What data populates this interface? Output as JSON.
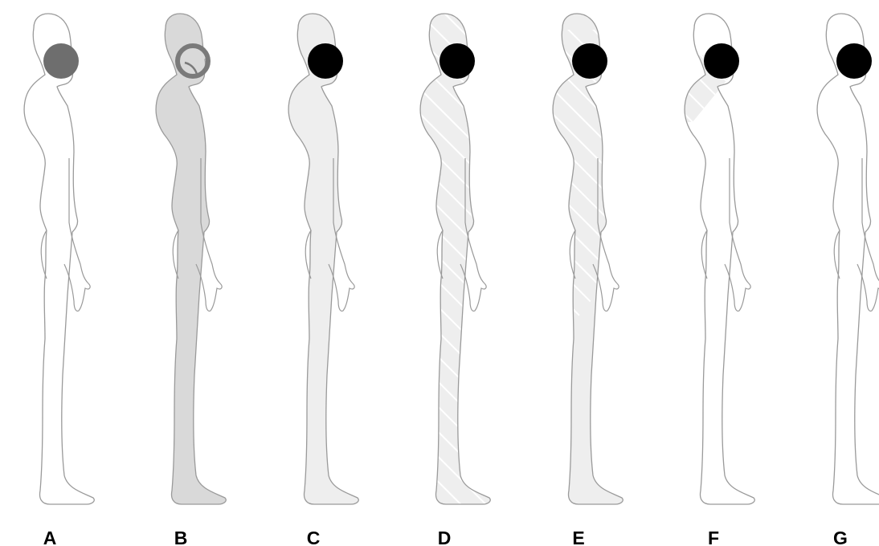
{
  "figure": {
    "panels": [
      {
        "label": "A",
        "body_fill": "none",
        "hatch": "none",
        "circle": "dark-gray-disc"
      },
      {
        "label": "B",
        "body_fill": "gray",
        "hatch": "none",
        "circle": "gray-ring"
      },
      {
        "label": "C",
        "body_fill": "light-gray",
        "hatch": "none",
        "circle": "black-disc"
      },
      {
        "label": "D",
        "body_fill": "light-gray",
        "hatch": "full-body",
        "circle": "black-disc"
      },
      {
        "label": "E",
        "body_fill": "light-gray",
        "hatch": "head-to-hip",
        "circle": "black-disc"
      },
      {
        "label": "F",
        "body_fill": "none",
        "hatch": "neck-and-shoulder",
        "circle": "black-disc"
      },
      {
        "label": "G",
        "body_fill": "none",
        "hatch": "none",
        "circle": "black-disc"
      }
    ],
    "colors": {
      "outline": "#9a9a9a",
      "gray_fill": "#d9d9d9",
      "light_fill": "#eeeeee",
      "hatch_line": "#ffffff",
      "dark_disc": "#6e6e6e",
      "ring": "#7a7a7a",
      "black_disc": "#000000"
    }
  }
}
